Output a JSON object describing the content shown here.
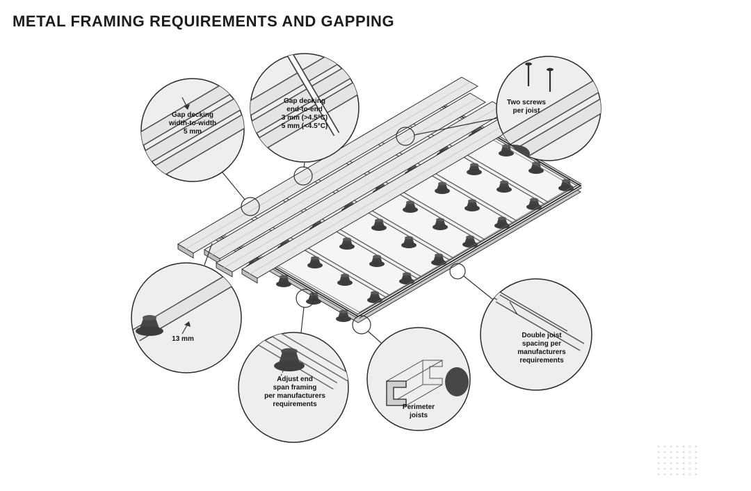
{
  "title": "METAL FRAMING REQUIREMENTS AND GAPPING",
  "colors": {
    "ink": "#1c1c1c",
    "line": "#2e2e2e",
    "board_fill": "#e8e8e8",
    "board_end": "#bfbfbf",
    "frame_fill": "#f5f5f5",
    "frame_depth": "#c9c9c9",
    "joist_light": "#f0f0f0",
    "joist_dark": "#555555",
    "pedestal": "#424242",
    "bubble_fill": "#eeeeee",
    "bubble_stroke": "#2b2b2b"
  },
  "callouts": [
    {
      "id": "gap-width-to-width",
      "lines": [
        "Gap decking",
        "width-to-width",
        "5 mm"
      ]
    },
    {
      "id": "gap-end-to-end",
      "lines": [
        "Gap decking",
        "end-to-end",
        "3 mm (>4.5°C)",
        "5 mm (<4.5°C)"
      ]
    },
    {
      "id": "two-screws",
      "lines": [
        "Two screws",
        "per joist"
      ]
    },
    {
      "id": "overhang-13mm",
      "lines": [
        "13 mm"
      ]
    },
    {
      "id": "adjust-end-span",
      "lines": [
        "Adjust end",
        "span framing",
        "per manufacturers",
        "requirements"
      ]
    },
    {
      "id": "perimeter-joists",
      "lines": [
        "Perimeter",
        "joists"
      ]
    },
    {
      "id": "double-joist",
      "lines": [
        "Double joist",
        "spacing per",
        "manufacturers",
        "requirements"
      ]
    }
  ]
}
